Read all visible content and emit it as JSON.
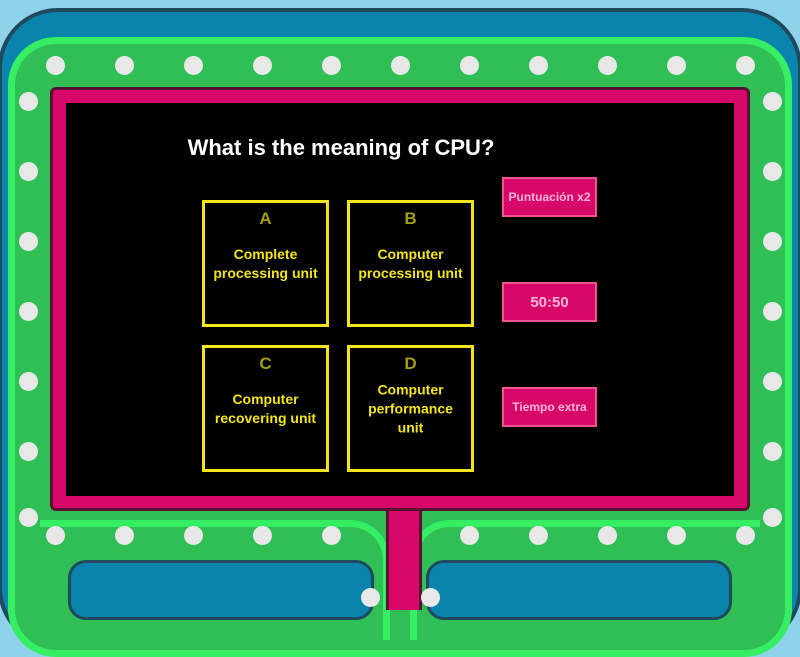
{
  "question": "What is the meaning of CPU?",
  "answers": [
    {
      "letter": "A",
      "text": "Complete processing unit"
    },
    {
      "letter": "B",
      "text": "Computer processing unit"
    },
    {
      "letter": "C",
      "text": "Computer recovering unit"
    },
    {
      "letter": "D",
      "text": "Computer performance unit"
    }
  ],
  "powerups": [
    {
      "label": "Puntuación x2"
    },
    {
      "label": "50:50"
    },
    {
      "label": "Tiempo extra"
    }
  ],
  "colors": {
    "frame_blue": "#0a84ad",
    "frame_green": "#2fbf55",
    "pink": "#d8086a",
    "answer_yellow": "#f3e51a"
  }
}
